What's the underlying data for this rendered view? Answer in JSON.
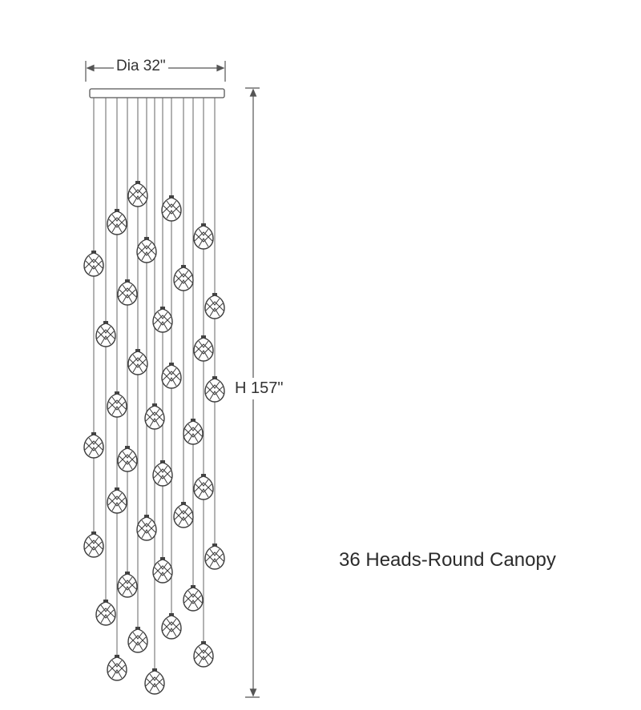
{
  "dimensions": {
    "diameter_label": "Dia 32\"",
    "height_label": "H 157\""
  },
  "caption": "36 Heads-Round Canopy",
  "colors": {
    "line": "#555555",
    "pendant_stroke": "#3a3a3a",
    "text": "#333333"
  }
}
